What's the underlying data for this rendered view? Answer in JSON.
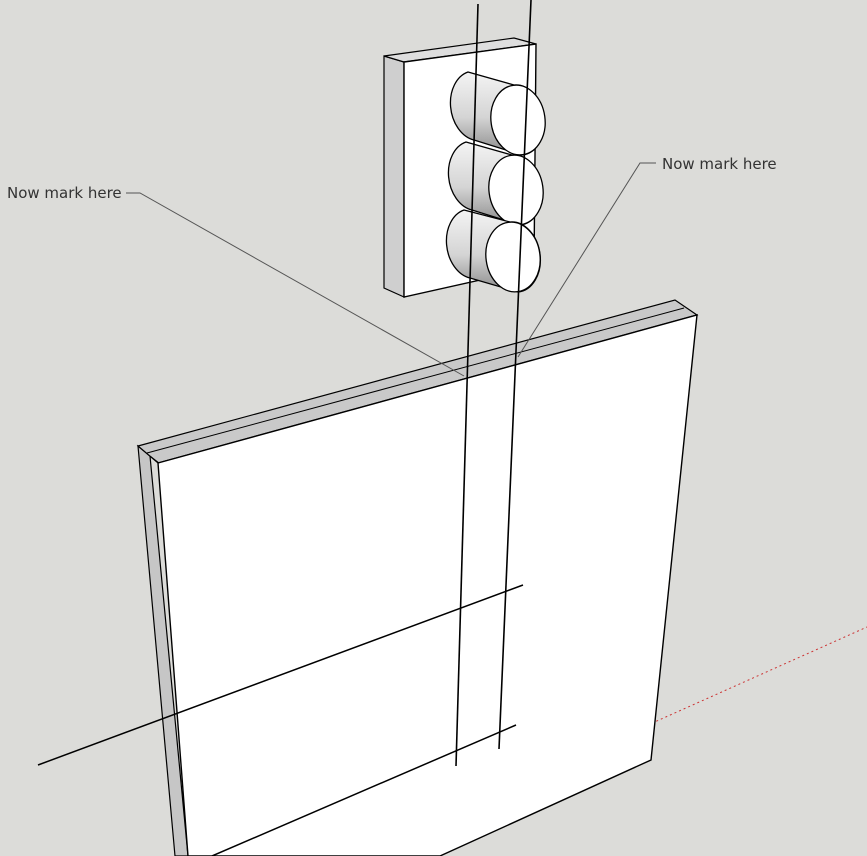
{
  "callouts": [
    {
      "id": "left",
      "text": "Now mark here"
    },
    {
      "id": "right",
      "text": "Now mark here"
    }
  ],
  "colors": {
    "background": "#dcdcd9",
    "face": "#ffffff",
    "side": "#c8c8c8",
    "edge": "#000000",
    "leader": "#555555",
    "axis": "#cc3333"
  }
}
